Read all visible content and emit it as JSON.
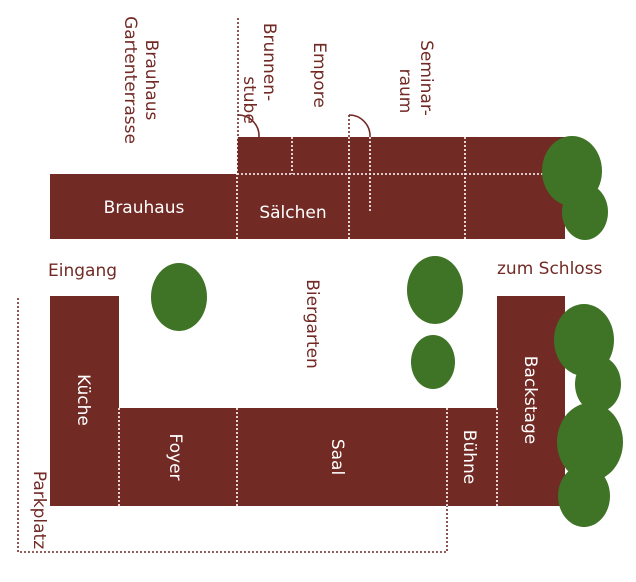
{
  "colors": {
    "building": "#722a25",
    "tree": "#3f7426",
    "divider": "#ffffff"
  },
  "rooms": {
    "brauhaus": "Brauhaus",
    "saelchen": "Sälchen",
    "kueche": "Küche",
    "foyer": "Foyer",
    "saal": "Saal",
    "buehne": "Bühne",
    "backstage": "Backstage"
  },
  "outside": {
    "gartenterrasse_line1": "Brauhaus",
    "gartenterrasse_line2": "Gartenterrasse",
    "brunnenstube_line1": "Brunnen-",
    "brunnenstube_line2": "stube",
    "empore": "Empore",
    "seminarraum_line1": "Seminar-",
    "seminarraum_line2": "raum",
    "eingang": "Eingang",
    "zum_schloss": "zum Schloss",
    "biergarten": "Biergarten",
    "parkplatz": "Parkplatz"
  }
}
